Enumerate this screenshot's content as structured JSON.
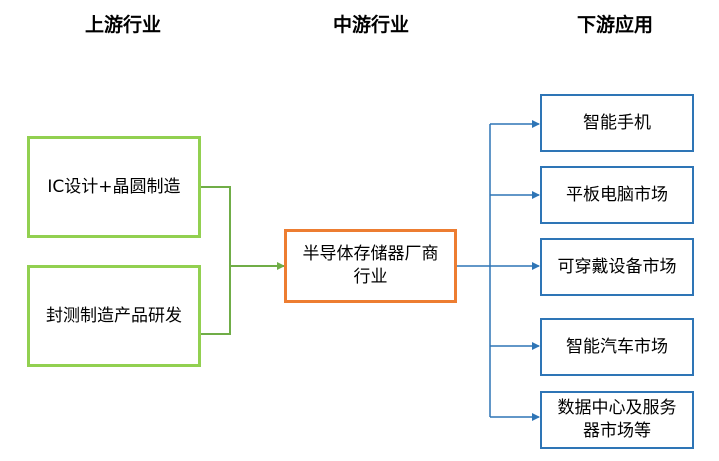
{
  "titles": {
    "upstream": "上游行业",
    "midstream": "中游行业",
    "downstream": "下游应用"
  },
  "upstream": [
    {
      "label": "IC设计+晶圆制造"
    },
    {
      "label": "封测制造产品研发"
    }
  ],
  "midstream": {
    "label": "半导体存储器厂商\n行业"
  },
  "downstream": [
    {
      "label": "智能手机"
    },
    {
      "label": "平板电脑市场"
    },
    {
      "label": "可穿戴设备市场"
    },
    {
      "label": "智能汽车市场"
    },
    {
      "label": "数据中心及服务\n器市场等"
    }
  ],
  "colors": {
    "upstream_border": "#92d050",
    "midstream_border": "#ed7d31",
    "downstream_border": "#2e75b6",
    "upstream_connector": "#70ad47",
    "downstream_connector": "#2e75b6"
  }
}
